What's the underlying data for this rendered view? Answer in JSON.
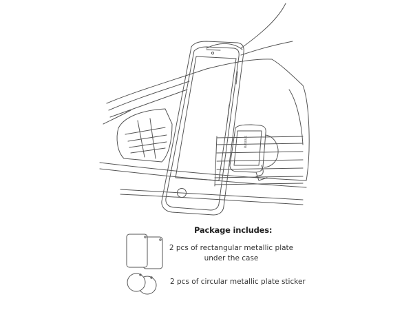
{
  "package": {
    "heading": "Package includes:",
    "items": [
      {
        "line1": "2 pcs of rectangular metallic plate",
        "line2": "under the case"
      },
      {
        "line1": "2 pcs of circular metallic plate sticker"
      }
    ]
  },
  "mount": {
    "brand": "BASEUS"
  },
  "colors": {
    "line": "#555555",
    "background": "#ffffff"
  }
}
